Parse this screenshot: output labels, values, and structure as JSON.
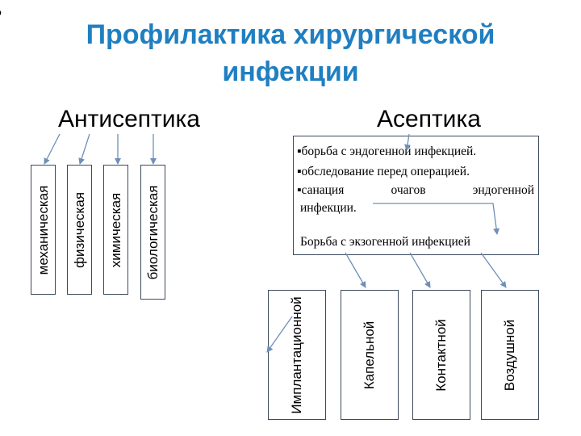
{
  "title": "Профилактика хирургической инфекции",
  "headings": {
    "bullet": "•",
    "antiseptics": "Антисептика",
    "aseptics": "Асептика"
  },
  "antiseptic_types": [
    "механическая",
    "физическая",
    "химическая",
    "биологическая"
  ],
  "aseptic_box": {
    "bullet": "▪",
    "item1": "борьба с эндогенной инфекцией.",
    "item2": "обследование перед операцией.",
    "item3_words": [
      "санация",
      "очагов",
      "эндогенной"
    ],
    "item3_cont": "инфекции.",
    "exogenous": "Борьба с экзогенной инфекцией"
  },
  "exogenous_types": [
    "Имплантационной",
    "Капельной",
    "Контактной",
    "Воздушной"
  ],
  "colors": {
    "title": "#1f7fc1",
    "border": "#3b4a5c",
    "arrow": "#6f8fb8"
  }
}
